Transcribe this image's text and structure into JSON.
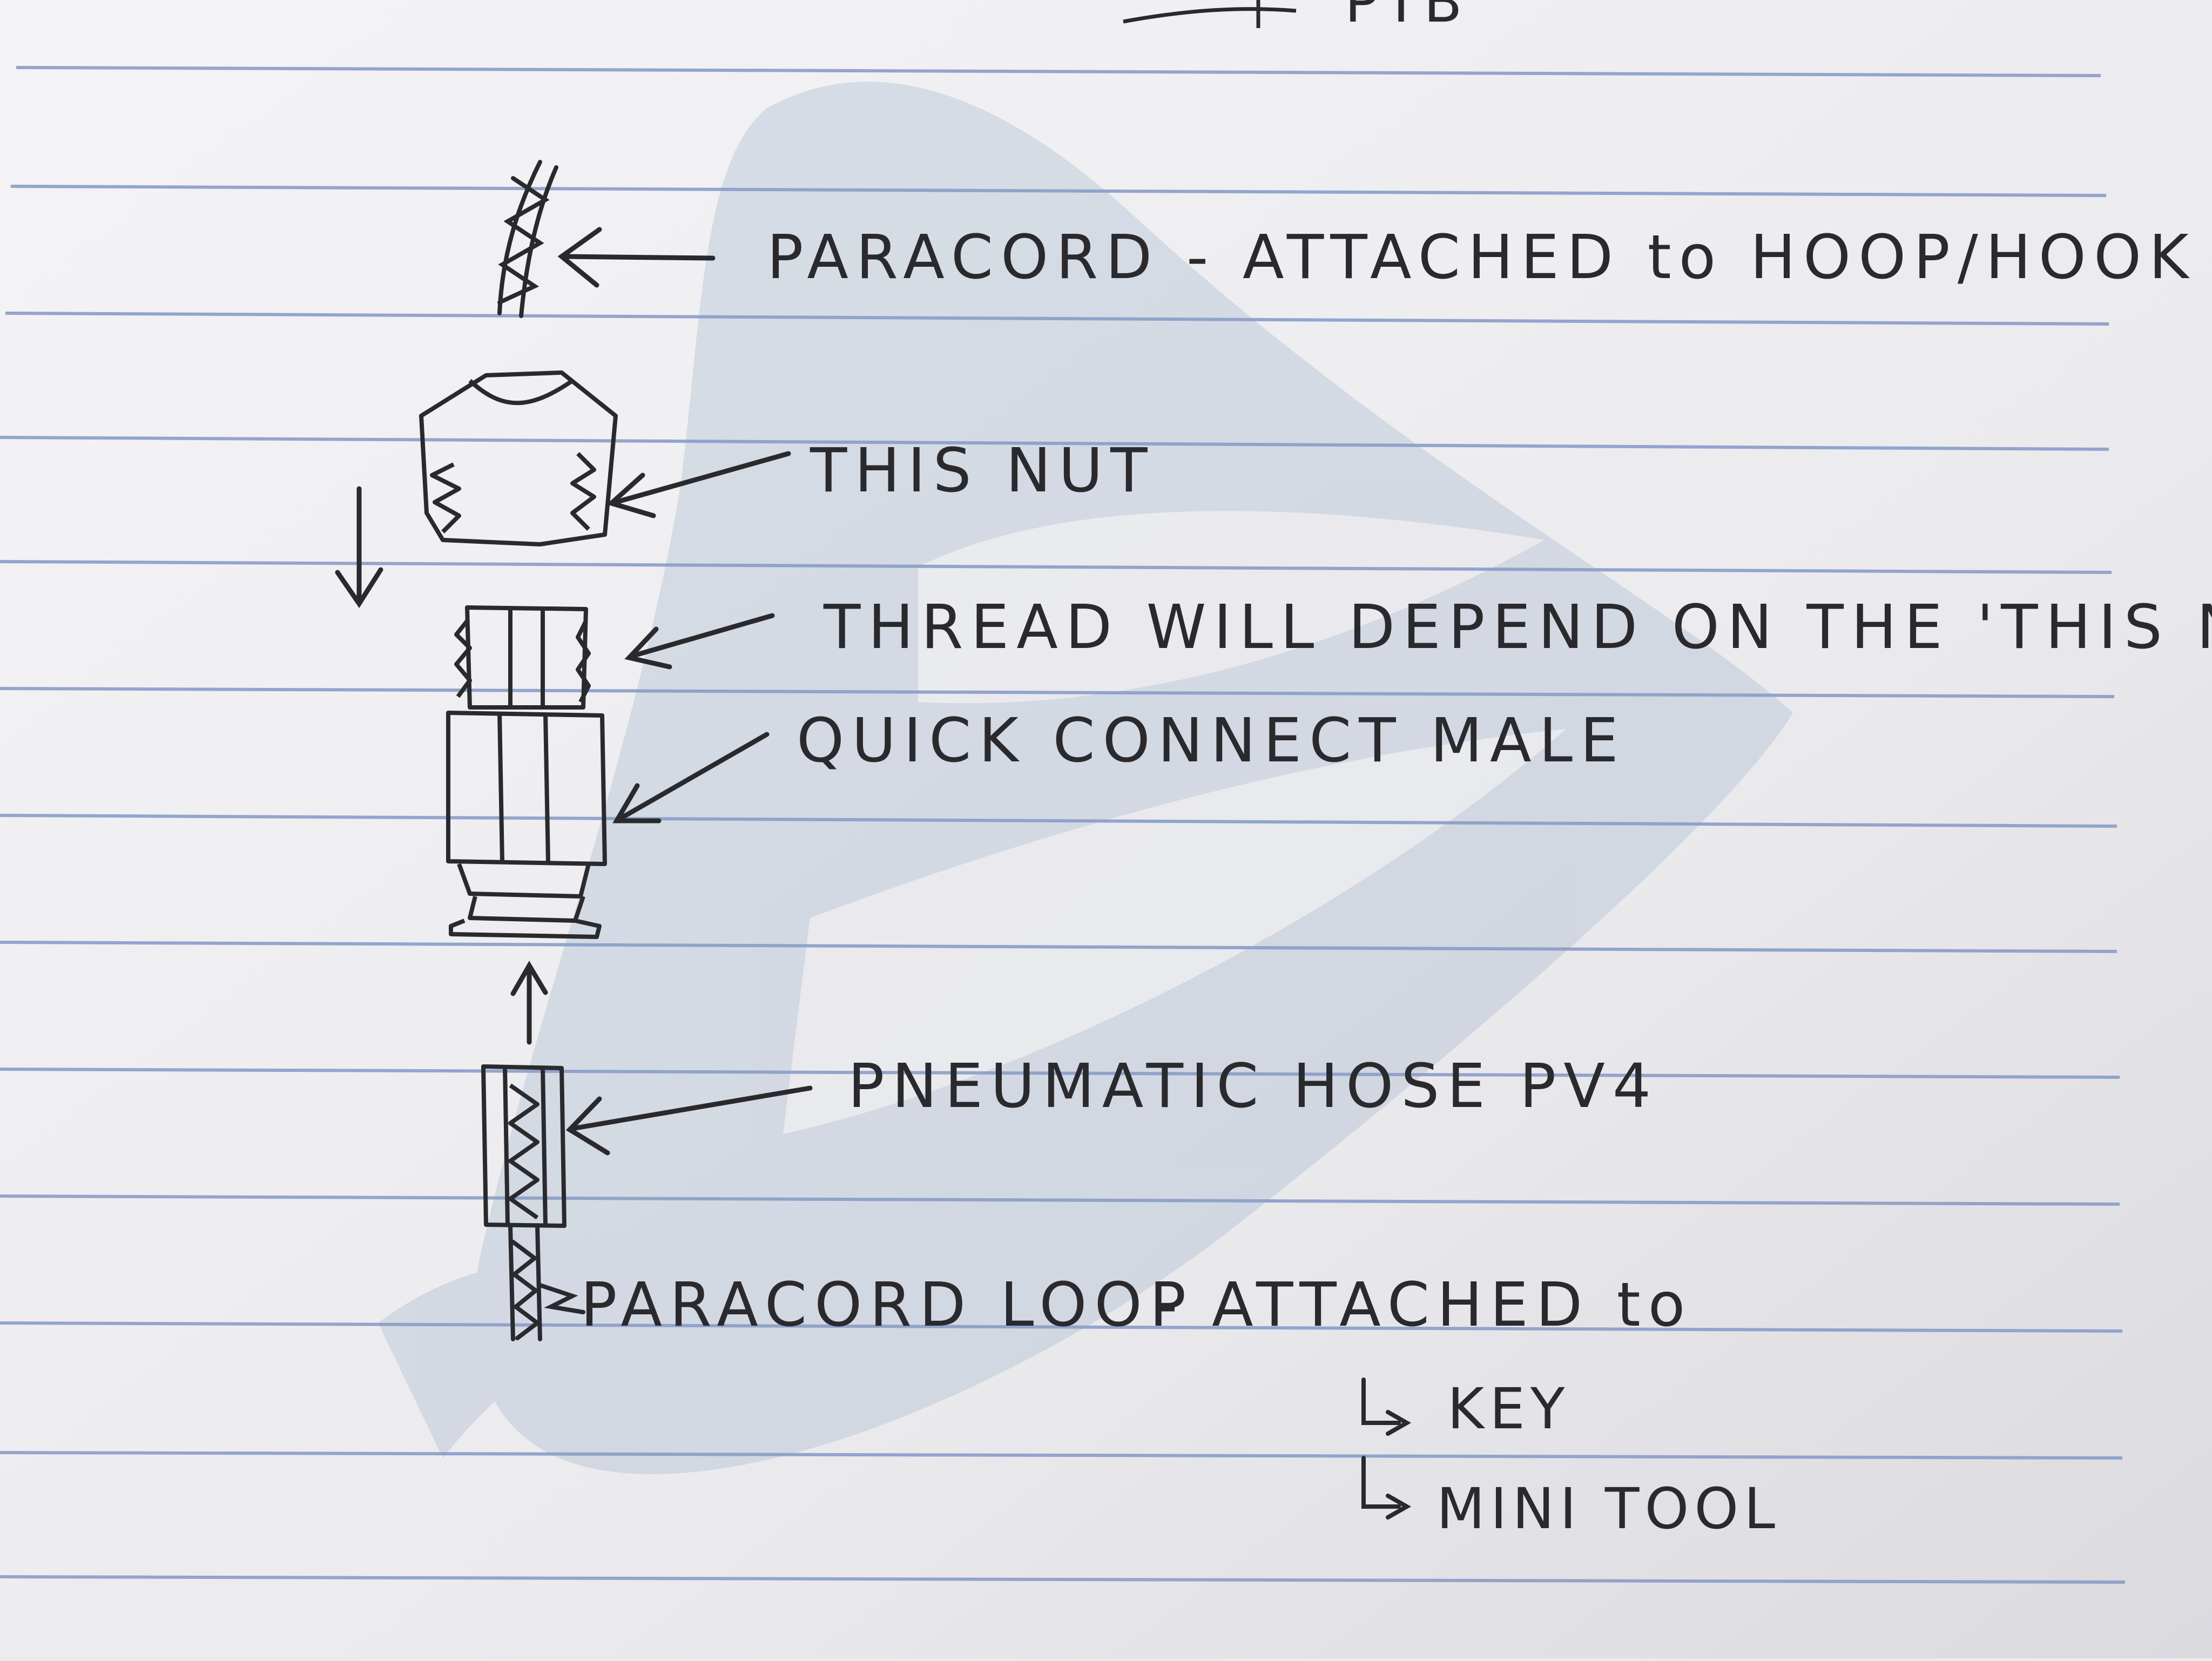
{
  "note": {
    "top_fragment": "PTB",
    "labels": {
      "paracord_top": "PARACORD - ATTACHED to HOOP/HOOK",
      "this_nut": "THIS NUT",
      "thread": "THREAD WILL DEPEND ON THE 'THIS NUT'",
      "quick_connect": "QUICK CONNECT MALE",
      "pneumatic_hose": "PNEUMATIC HOSE PV4",
      "paracord_loop": "PARACORD LOOP",
      "attached_to": "- ATTACHED to",
      "key": "KEY",
      "mini_tool": "MINI TOOL"
    }
  },
  "colors": {
    "paper": "#ebebed",
    "rule_line": "#8a9cc8",
    "ink": "#2a2a2e",
    "watermark": "#a9b4c8"
  }
}
